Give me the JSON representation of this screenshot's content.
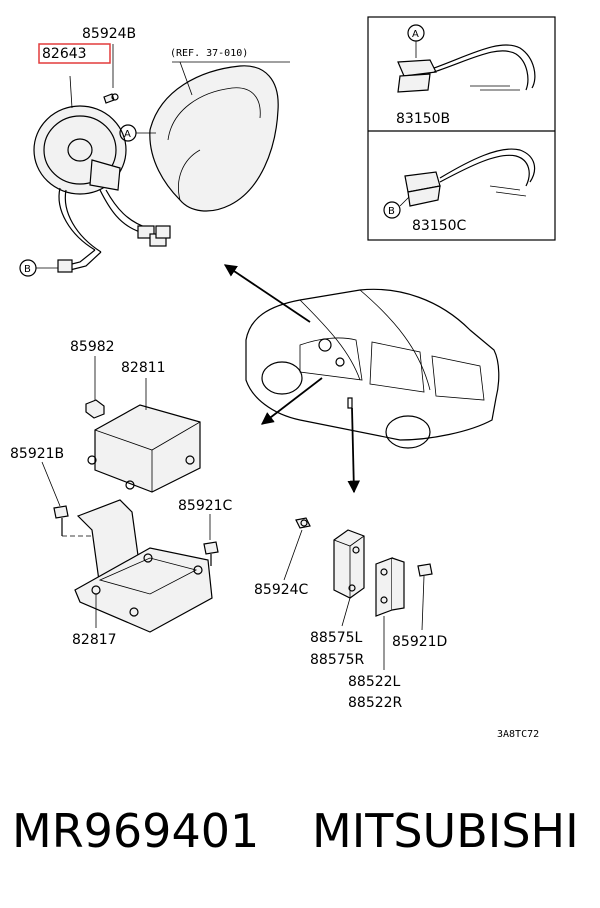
{
  "labels": {
    "p82643": "82643",
    "p85924B": "85924B",
    "ref": "(REF. 37-010)",
    "callout_a": "A",
    "callout_b": "B",
    "p83150B": "83150B",
    "p83150C": "83150C",
    "p85982": "85982",
    "p82811": "82811",
    "p85921B": "85921B",
    "p85921C": "85921C",
    "p82817": "82817",
    "p85924C": "85924C",
    "p88575L": "88575L",
    "p88575R": "88575R",
    "p85921D": "85921D",
    "p88522L": "88522L",
    "p88522R": "88522R",
    "code": "3A8TC72"
  },
  "footer": {
    "part_number": "MR969401",
    "brand": "MITSUBISHI"
  },
  "colors": {
    "highlight": "#e23b3b"
  }
}
